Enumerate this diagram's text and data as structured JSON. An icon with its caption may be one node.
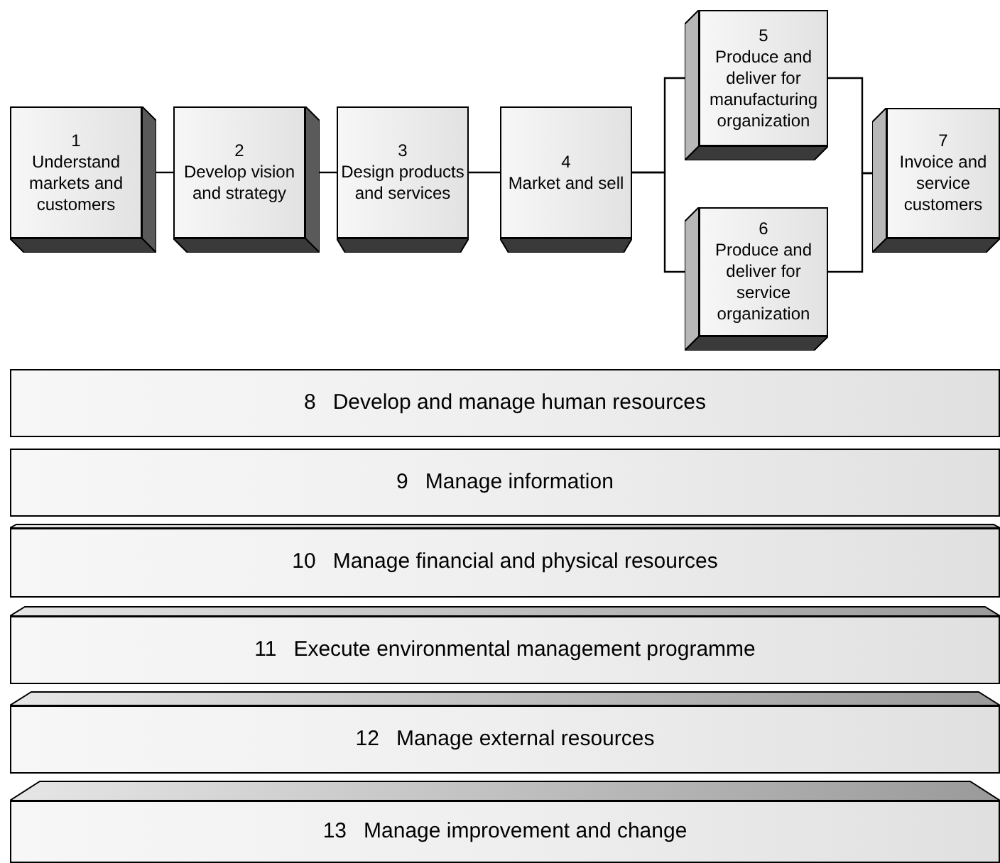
{
  "diagram": {
    "nodes": [
      {
        "text": [
          "1",
          "Understand markets and customers"
        ]
      },
      {
        "text": [
          "2",
          "Develop vision and strategy"
        ]
      },
      {
        "text": [
          "3",
          "Design products and services"
        ]
      },
      {
        "text": [
          "4",
          "Market and sell"
        ]
      },
      {
        "text": [
          "5",
          "Produce and deliver for manufacturing organization"
        ]
      },
      {
        "text": [
          "6",
          "Produce and deliver for service organization"
        ]
      },
      {
        "text": [
          "7",
          "Invoice and service customers"
        ]
      },
      {
        "text": [
          "8",
          "Develop and manage human resources"
        ]
      },
      {
        "text": [
          "9",
          "Manage information"
        ]
      },
      {
        "text": [
          "10",
          "Manage financial and physical resources"
        ]
      },
      {
        "text": [
          "11",
          "Execute environmental management programme"
        ]
      },
      {
        "text": [
          "12",
          "Manage external resources"
        ]
      },
      {
        "text": [
          "13",
          "Manage improvement and change"
        ]
      }
    ],
    "edges": [
      {
        "from": 0,
        "to": 1,
        "arrow": "none"
      },
      {
        "from": 1,
        "to": 2,
        "arrow": "none"
      },
      {
        "from": 2,
        "to": 3,
        "arrow": "none"
      },
      {
        "from": 3,
        "to": 4,
        "arrow": "none"
      },
      {
        "from": 3,
        "to": 5,
        "arrow": "none"
      },
      {
        "from": 4,
        "to": 6,
        "arrow": "none"
      },
      {
        "from": 5,
        "to": 6,
        "arrow": "none"
      }
    ]
  }
}
